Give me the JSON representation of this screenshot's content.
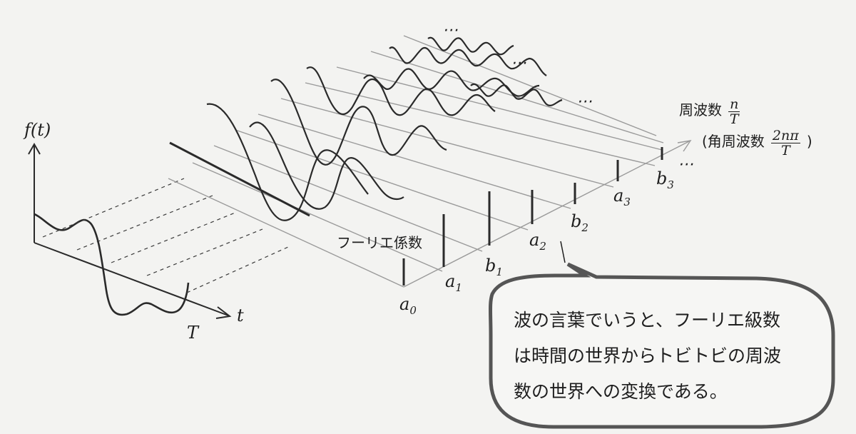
{
  "axes": {
    "f_axis_label": "f(t)",
    "t_axis_label": "t",
    "period_label": "T"
  },
  "frequency_axis": {
    "title": "周波数",
    "freq_num": "n",
    "freq_den": "T",
    "angular_open": "(角周波数",
    "angular_num": "2nπ",
    "angular_den": "T",
    "angular_close": ")"
  },
  "coefficients": {
    "caption": "フーリエ係数",
    "labels": [
      {
        "base": "a",
        "sub": "0"
      },
      {
        "base": "a",
        "sub": "1"
      },
      {
        "base": "b",
        "sub": "1"
      },
      {
        "base": "a",
        "sub": "2"
      },
      {
        "base": "b",
        "sub": "2"
      },
      {
        "base": "a",
        "sub": "3"
      },
      {
        "base": "b",
        "sub": "3"
      }
    ]
  },
  "ellipses": [
    "⋯",
    "⋯",
    "⋯",
    "⋯"
  ],
  "speech_bubble": {
    "lines": [
      "波の言葉でいうと、フーリエ級数",
      "は時間の世界からトビトビの周波",
      "数の世界への変換である。"
    ]
  },
  "colors": {
    "ink": "#2a2a2a",
    "grid": "#9a9a9a",
    "paper": "#f3f3f1"
  }
}
